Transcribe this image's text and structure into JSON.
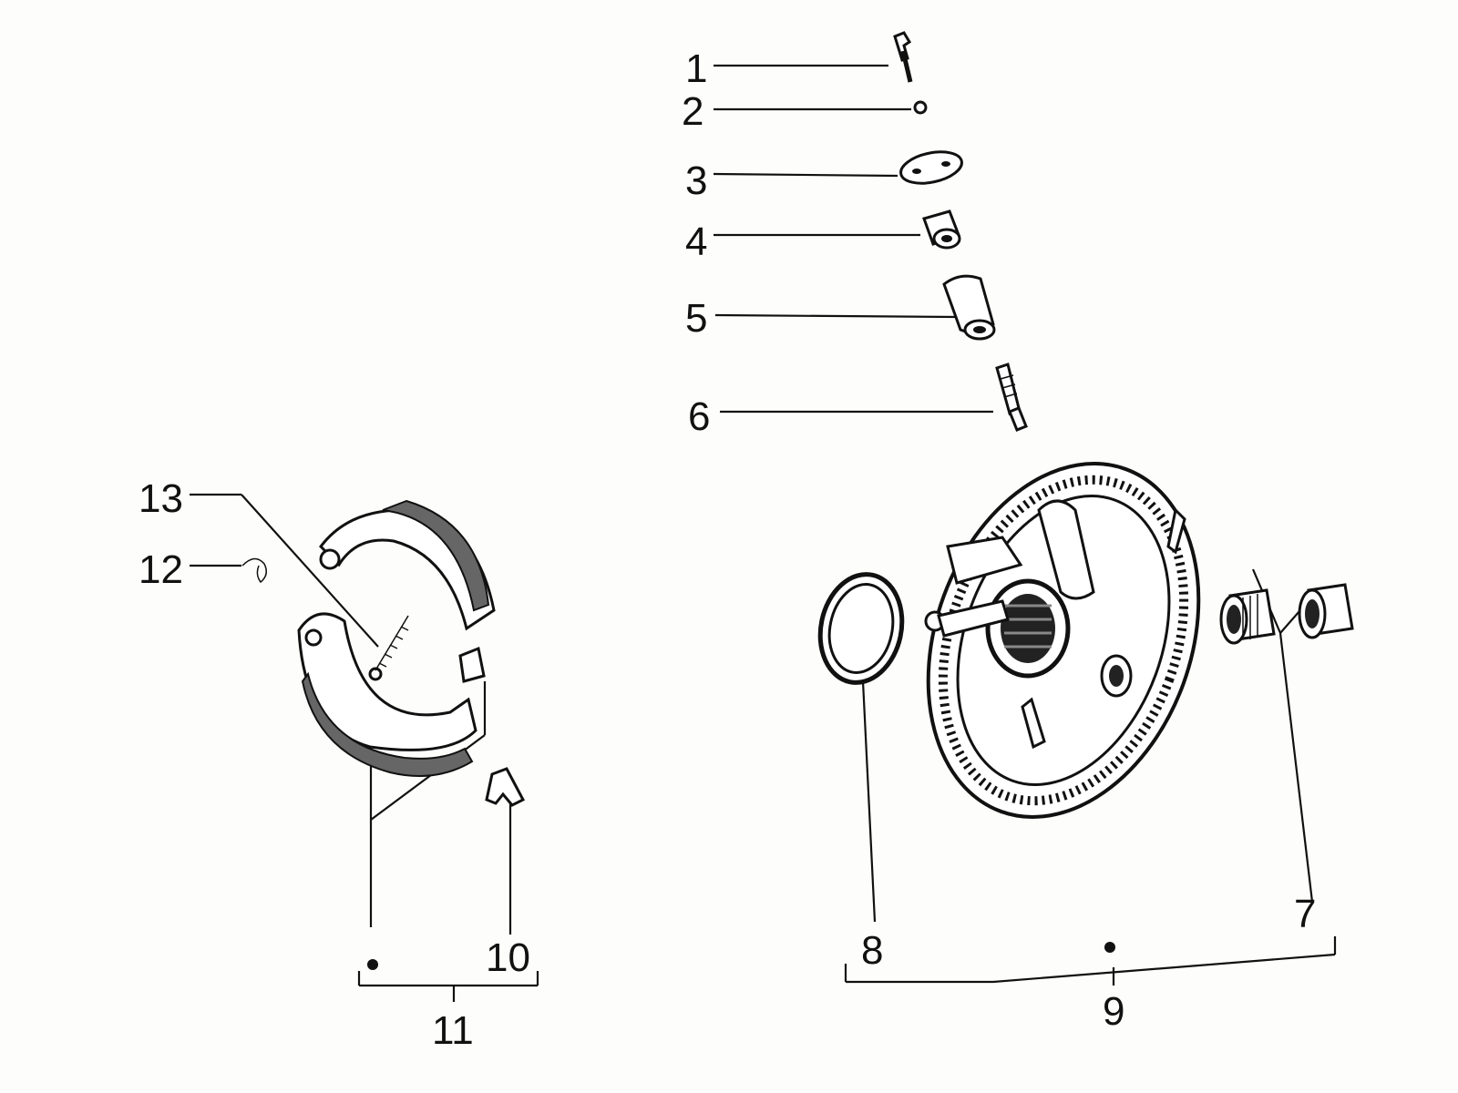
{
  "labels": {
    "l1": "1",
    "l2": "2",
    "l3": "3",
    "l4": "4",
    "l5": "5",
    "l6": "6",
    "l7": "7",
    "l8": "8",
    "l9": "9",
    "l10": "10",
    "l11": "11",
    "l12": "12",
    "l13": "13"
  },
  "colors": {
    "ink": "#111111",
    "paper": "#fdfdfb"
  }
}
